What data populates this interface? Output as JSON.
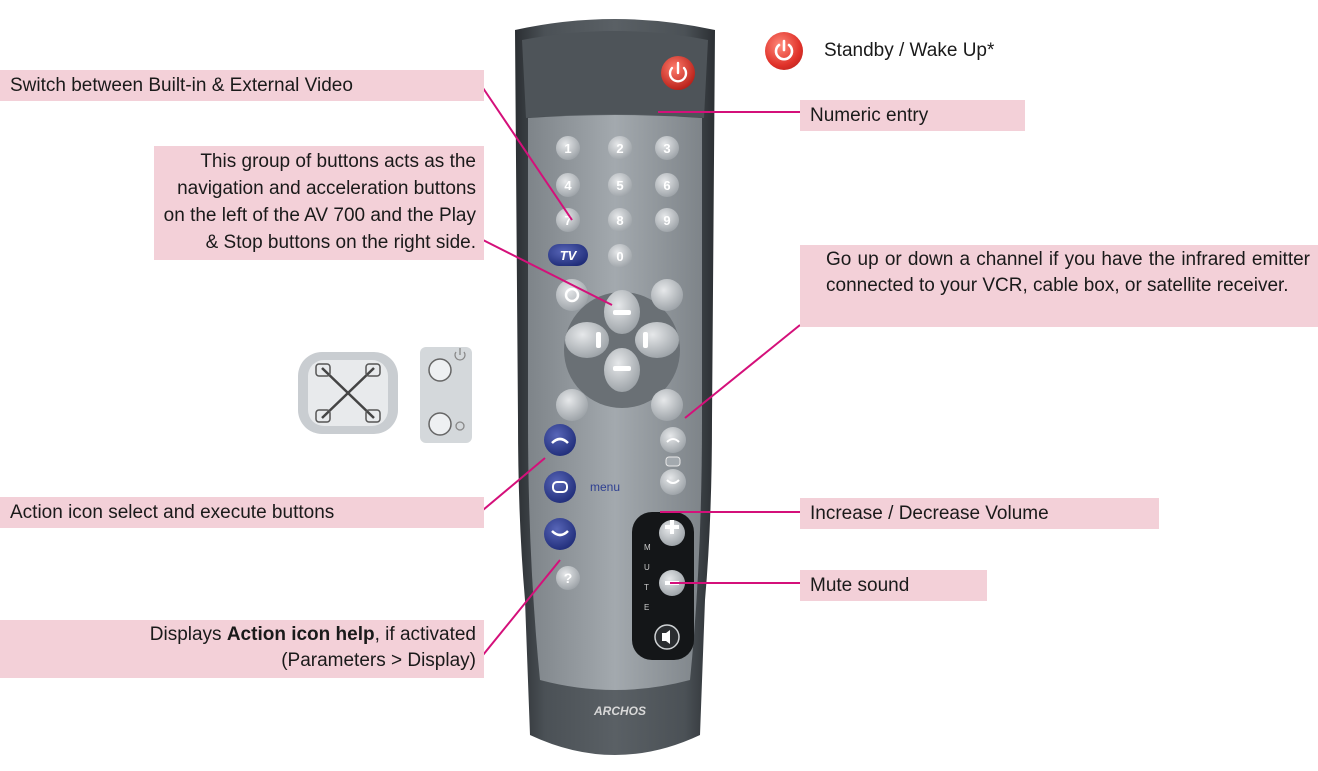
{
  "labels": {
    "standby": "Standby / Wake Up*",
    "switch_video": "Switch between Built-in & External Video",
    "numeric": "Numeric entry",
    "navigation": "This group of buttons acts as the navigation and acceleration buttons on the left of the AV 700 and the Play & Stop buttons on the right side.",
    "channel": "Go up or down a channel if you have the infrared emitter connected to your VCR, cable box, or satellite receiver.",
    "action_select": "Action icon select and execute buttons",
    "volume": "Increase / Decrease Volume",
    "mute": "Mute sound",
    "help_pre": "Displays ",
    "help_bold": "Action icon help",
    "help_post": ", if activated",
    "help_line2": "(Parameters > Display)"
  },
  "remote": {
    "brand": "ARCHOS",
    "tv_button": "TV",
    "menu_label": "menu",
    "keys": [
      "1",
      "2",
      "3",
      "4",
      "5",
      "6",
      "7",
      "8",
      "9",
      "0"
    ],
    "help_key": "?",
    "side_letters": [
      "M",
      "U",
      "T",
      "E"
    ]
  },
  "colors": {
    "leader": "#d4107a",
    "label_bg": "#f3d0d8",
    "remote_dark": "#3a3f44",
    "remote_panel": "#8e9499",
    "blue_key": "#2e3f91",
    "standby_red": "#d9302a"
  }
}
